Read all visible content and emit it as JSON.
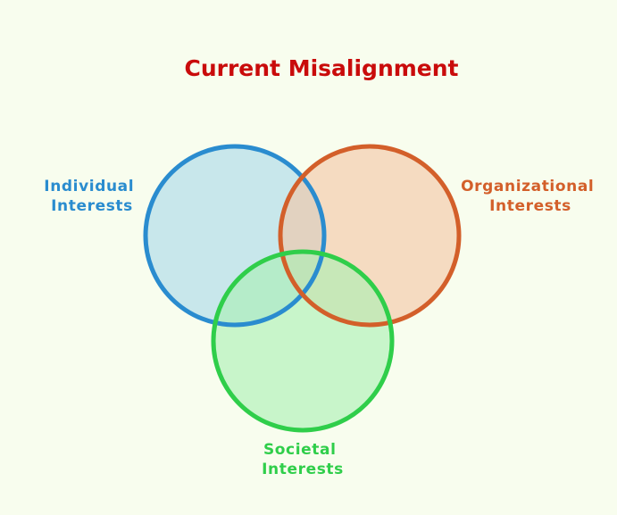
{
  "title": "Current Misalignment",
  "colors": {
    "background": "#f8fdee",
    "title": "#c90b0b",
    "individual_stroke": "#2a8ccf",
    "individual_fill": "#a8d8ea",
    "organizational_stroke": "#d35f2a",
    "organizational_fill": "#f4c4a3",
    "societal_stroke": "#2fce4a",
    "societal_fill": "#a8f0b2"
  },
  "sets": {
    "individual": {
      "line1": "Individual",
      "line2": "Interests"
    },
    "organizational": {
      "line1": "Organizational",
      "line2": "Interests"
    },
    "societal": {
      "line1": "Societal",
      "line2": "Interests"
    }
  }
}
